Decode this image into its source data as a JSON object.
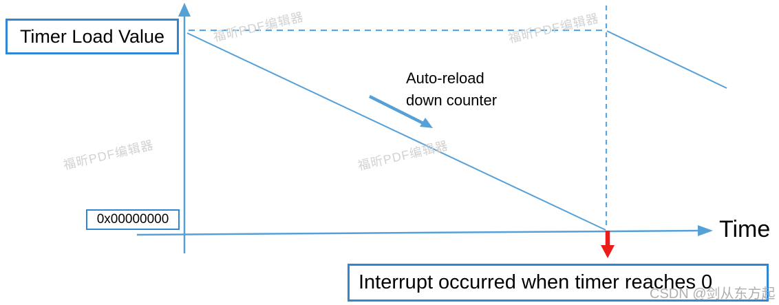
{
  "diagram": {
    "timer_load_value_label": "Timer Load Value",
    "zero_value_label": "0x00000000",
    "interrupt_label": "Interrupt occurred when timer reaches 0",
    "time_axis_label": "Time",
    "annotation_label": "Auto-reload\ndown counter"
  },
  "watermarks": {
    "pdf_editor": "福昕PDF编辑器",
    "csdn": "CSDN @剑从东方起"
  },
  "colors": {
    "axis_blue": "#56a0d8",
    "box_border_blue": "#2e86d5",
    "interrupt_arrow_red": "#ee1b1b",
    "pdf_watermark_gray": "#d2d2d2",
    "csdn_watermark_gray": "#9c9c9c"
  }
}
